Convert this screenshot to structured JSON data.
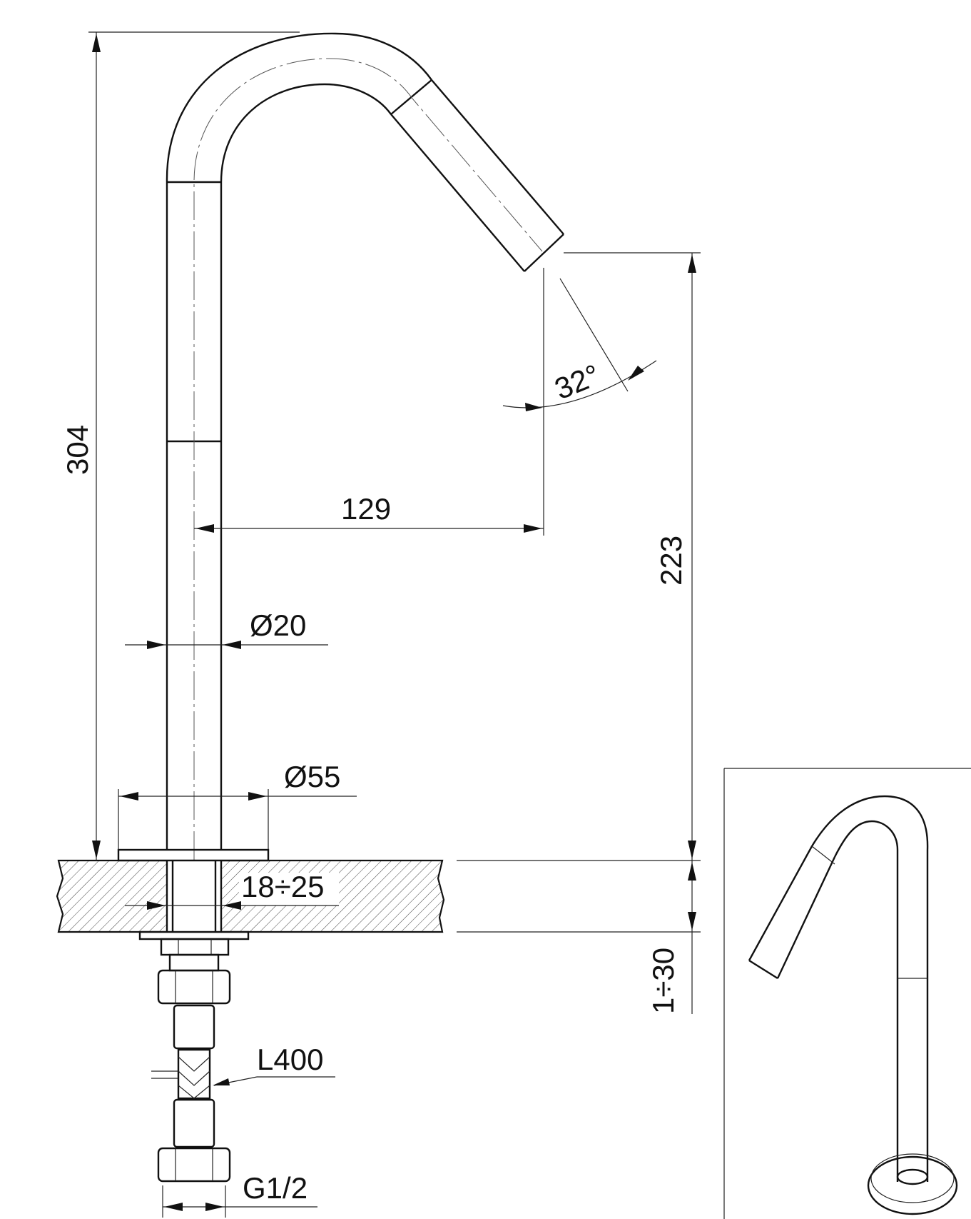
{
  "drawing": {
    "dimensions": {
      "total_height": "304",
      "outlet_height": "223",
      "spout_projection": "129",
      "spout_angle": "32°",
      "tube_diameter": "Ø20",
      "base_diameter": "Ø55",
      "deck_thickness": "18÷25",
      "shank_range": "1÷30",
      "hose_length": "L400",
      "thread": "G1/2"
    },
    "colors": {
      "line": "#111111",
      "hatch": "#444444",
      "background": "#ffffff"
    }
  }
}
